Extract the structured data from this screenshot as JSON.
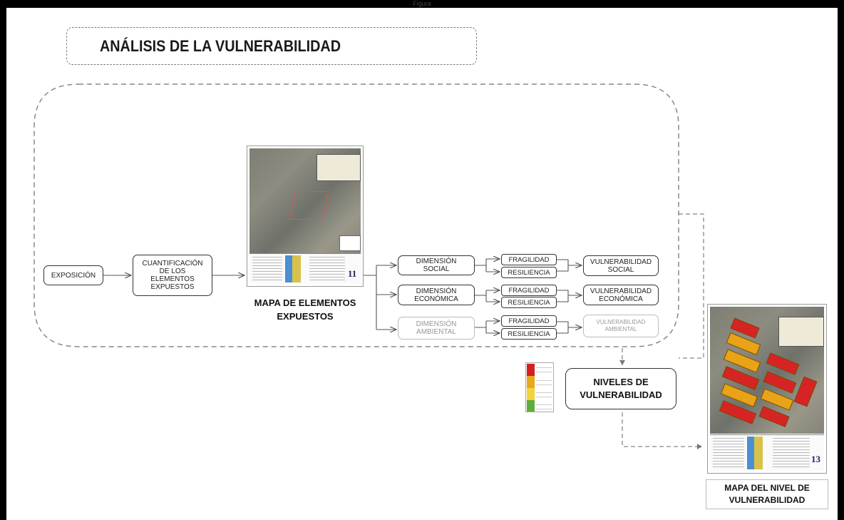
{
  "page": {
    "top_caption": "Figura"
  },
  "title": "ANÁLISIS DE LA VULNERABILIDAD",
  "nodes": {
    "exposicion": "EXPOSICIÓN",
    "cuantificacion": "CUANTIFICACIÓN DE LOS ELEMENTOS EXPUESTOS",
    "dim_social": "DIMENSIÓN SOCIAL",
    "dim_economica": "DIMENSIÓN ECONÓMICA",
    "dim_ambiental": "DIMENSIÓN AMBIENTAL",
    "fragilidad": "FRAGILIDAD",
    "resiliencia": "RESILIENCIA",
    "vuln_social": "VULNERABILIDAD SOCIAL",
    "vuln_economica": "VULNERABILIDAD ECONÓMICA",
    "vuln_ambiental": "VULNERABILIDAD AMBIENTAL",
    "niveles": "NIVELES DE VULNERABILIDAD"
  },
  "captions": {
    "mapa_elementos": "MAPA DE ELEMENTOS EXPUESTOS",
    "mapa_nivel": "MAPA DEL NIVEL DE VULNERABILIDAD"
  },
  "map_numbers": {
    "elementos": "11",
    "nivel": "13"
  },
  "colors": {
    "connector": "#555555",
    "dashed_group": "#777777",
    "vulnerability_levels": [
      "#d21f1f",
      "#e8a81c",
      "#f2d438",
      "#5cae3a"
    ],
    "block_red": "#d62424",
    "block_orange": "#e8a317"
  }
}
